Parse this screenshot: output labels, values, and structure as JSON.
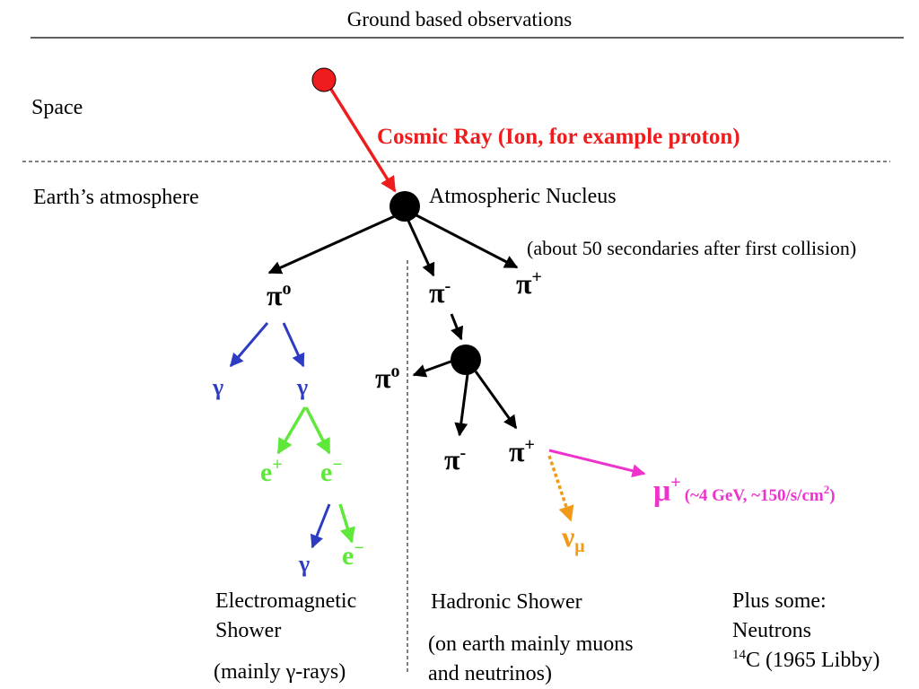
{
  "title": "Ground based observations",
  "regions": {
    "space": "Space",
    "atmosphere": "Earth’s atmosphere"
  },
  "cosmic_ray_label": "Cosmic Ray (Ion, for example proton)",
  "nucleus_label": "Atmospheric Nucleus",
  "secondaries_note": "(about 50 secondaries after first collision)",
  "particles": {
    "pi_symbol": "π",
    "pi_zero_sup": "o",
    "pi_minus_sup": "-",
    "pi_plus_sup": "+",
    "gamma": "γ",
    "e_symbol": "e",
    "positron_sup": "+",
    "electron_sup": "−",
    "mu_symbol": "μ",
    "mu_sup": "+",
    "mu_note": "(~4 GeV, ~150/s/cm",
    "mu_note_sup": "2",
    "mu_note_end": ")",
    "nu_symbol": "ν",
    "nu_sub": "μ"
  },
  "em_shower": {
    "line1": "Electromagnetic",
    "line2": "Shower",
    "note_prefix": "(mainly ",
    "note_symbol": "γ",
    "note_suffix": "-rays)"
  },
  "hadronic_shower": {
    "line1": "Hadronic Shower",
    "note1": "(on earth mainly muons",
    "note2": "and neutrinos)"
  },
  "extras": {
    "line1": "Plus some:",
    "line2": "Neutrons",
    "c14_sup": "14",
    "c14_text": "C (1965 Libby)"
  },
  "colors": {
    "cosmic_ray": "#ee1c1c",
    "black": "#000000",
    "gamma": "#2e3cc4",
    "lepton": "#5fe83a",
    "muon": "#ee33cc",
    "neutrino": "#f09a18"
  }
}
